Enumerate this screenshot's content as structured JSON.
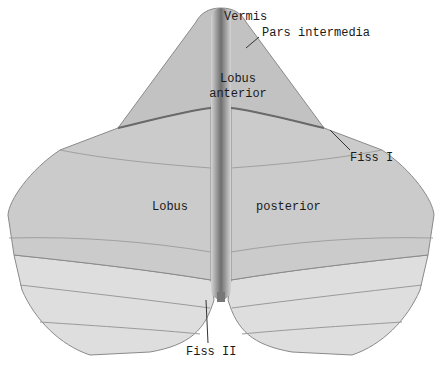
{
  "diagram": {
    "labels": [
      "Vermis",
      "Pars intermedia",
      "Lobus anterior",
      "Fiss I",
      "Lobus",
      "posterior",
      "Fiss II"
    ]
  }
}
